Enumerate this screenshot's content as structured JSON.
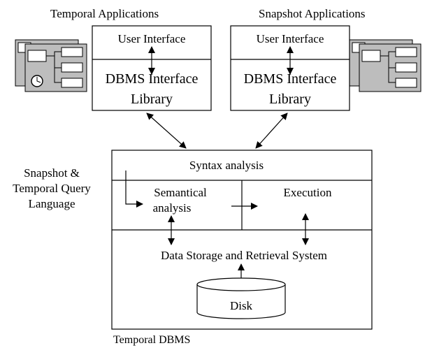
{
  "top_labels": {
    "temporal_applications": "Temporal Applications",
    "snapshot_applications": "Snapshot Applications"
  },
  "left_app_box": {
    "user_interface": "User Interface",
    "library_line1": "DBMS Interface",
    "library_line2": "Library"
  },
  "right_app_box": {
    "user_interface": "User Interface",
    "library_line1": "DBMS Interface",
    "library_line2": "Library"
  },
  "query_language": {
    "line1": "Snapshot &",
    "line2": "Temporal Query",
    "line3": "Language"
  },
  "dbms": {
    "syntax": "Syntax analysis",
    "semantic_line1": "Semantical",
    "semantic_line2": "analysis",
    "execution": "Execution",
    "storage": "Data Storage and Retrieval System",
    "disk": "Disk",
    "caption": "Temporal DBMS"
  },
  "colors": {
    "line": "#000000",
    "window_fill": "#bdbdbd",
    "background": "#ffffff"
  },
  "icons": [
    "temporal-application-windows-icon",
    "clock-icon",
    "snapshot-application-windows-icon"
  ]
}
